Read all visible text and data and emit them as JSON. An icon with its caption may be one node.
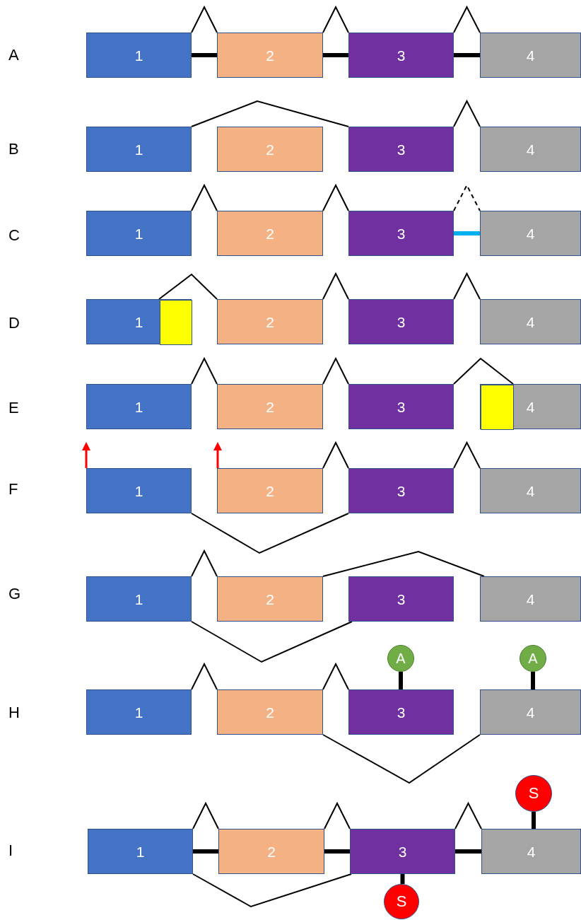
{
  "diagram": {
    "nodes": [
      {
        "text": [
          "1"
        ]
      },
      {
        "text": [
          "2"
        ]
      },
      {
        "text": [
          "3"
        ]
      },
      {
        "text": [
          "4"
        ]
      },
      {
        "text": [
          "1"
        ]
      },
      {
        "text": [
          "2"
        ]
      },
      {
        "text": [
          "3"
        ]
      },
      {
        "text": [
          "4"
        ]
      },
      {
        "text": [
          "1"
        ]
      },
      {
        "text": [
          "2"
        ]
      },
      {
        "text": [
          "3"
        ]
      },
      {
        "text": [
          "4"
        ]
      },
      {
        "text": [
          "1"
        ]
      },
      {
        "text": [],
        "shape": "box",
        "in": 12
      },
      {
        "text": [
          "2"
        ]
      },
      {
        "text": [
          "3"
        ]
      },
      {
        "text": [
          "4"
        ]
      },
      {
        "text": [
          "1"
        ]
      },
      {
        "text": [
          "2"
        ]
      },
      {
        "text": [
          "3"
        ]
      },
      {
        "text": [
          "4"
        ]
      },
      {
        "text": [],
        "shape": "box",
        "in": 20
      },
      {
        "text": [
          "1"
        ]
      },
      {
        "text": [
          "2"
        ]
      },
      {
        "text": [
          "3"
        ]
      },
      {
        "text": [
          "4"
        ]
      },
      {
        "text": [
          "1"
        ]
      },
      {
        "text": [
          "2"
        ]
      },
      {
        "text": [
          "3"
        ]
      },
      {
        "text": [
          "4"
        ]
      },
      {
        "text": [
          "A"
        ]
      },
      {
        "text": [
          "A"
        ]
      },
      {
        "text": [
          "1"
        ]
      },
      {
        "text": [
          "2"
        ]
      },
      {
        "text": [
          "3"
        ]
      },
      {
        "text": [
          "4"
        ]
      },
      {
        "text": [
          "S"
        ]
      },
      {
        "text": [
          "1"
        ]
      },
      {
        "text": [
          "2"
        ]
      },
      {
        "text": [
          "3"
        ]
      },
      {
        "text": [
          "4"
        ]
      },
      {
        "text": [
          "S"
        ]
      }
    ],
    "edges": [
      {
        "from": 0,
        "to": 1,
        "arrow": "none"
      },
      {
        "from": 1,
        "to": 2,
        "arrow": "none"
      },
      {
        "from": 2,
        "to": 3,
        "arrow": "none"
      },
      {
        "from": 0,
        "to": 1,
        "arrow": "none",
        "style": "thick"
      },
      {
        "from": 1,
        "to": 2,
        "arrow": "none",
        "style": "thick"
      },
      {
        "from": 2,
        "to": 3,
        "arrow": "none",
        "style": "thick"
      },
      {
        "from": 4,
        "to": 6,
        "arrow": "none"
      },
      {
        "from": 6,
        "to": 7,
        "arrow": "none"
      },
      {
        "from": 8,
        "to": 9,
        "arrow": "none"
      },
      {
        "from": 9,
        "to": 10,
        "arrow": "none"
      },
      {
        "from": 10,
        "to": 11,
        "arrow": "none",
        "style": "dashed"
      },
      {
        "from": 10,
        "to": 11,
        "arrow": "none",
        "style": "thick",
        "color": "#00b0f0"
      },
      {
        "from": 12,
        "to": 14,
        "arrow": "none"
      },
      {
        "from": 14,
        "to": 15,
        "arrow": "none"
      },
      {
        "from": 15,
        "to": 16,
        "arrow": "none"
      },
      {
        "from": 17,
        "to": 18,
        "arrow": "none"
      },
      {
        "from": 18,
        "to": 19,
        "arrow": "none"
      },
      {
        "from": 19,
        "to": 20,
        "arrow": "none"
      },
      {
        "from": 23,
        "to": 24,
        "arrow": "none"
      },
      {
        "from": 24,
        "to": 25,
        "arrow": "none"
      },
      {
        "from": 22,
        "to": 24,
        "arrow": "none"
      },
      {
        "from": 26,
        "to": 27,
        "arrow": "none"
      },
      {
        "from": 27,
        "to": 29,
        "arrow": "none"
      },
      {
        "from": 26,
        "to": 28,
        "arrow": "none"
      },
      {
        "from": 32,
        "to": 33,
        "arrow": "none"
      },
      {
        "from": 33,
        "to": 34,
        "arrow": "none"
      },
      {
        "from": 33,
        "to": 35,
        "arrow": "none"
      },
      {
        "from": 30,
        "to": 34,
        "arrow": "none",
        "style": "thick"
      },
      {
        "from": 31,
        "to": 35,
        "arrow": "none",
        "style": "thick"
      },
      {
        "from": 37,
        "to": 38,
        "arrow": "none"
      },
      {
        "from": 38,
        "to": 39,
        "arrow": "none"
      },
      {
        "from": 39,
        "to": 40,
        "arrow": "none"
      },
      {
        "from": 37,
        "to": 38,
        "arrow": "none",
        "style": "thick"
      },
      {
        "from": 38,
        "to": 39,
        "arrow": "none",
        "style": "thick"
      },
      {
        "from": 39,
        "to": 40,
        "arrow": "none",
        "style": "thick"
      },
      {
        "from": 37,
        "to": 39,
        "arrow": "none"
      },
      {
        "from": 36,
        "to": 40,
        "arrow": "none",
        "style": "thick"
      },
      {
        "from": 39,
        "to": 41,
        "arrow": "none",
        "style": "thick"
      }
    ],
    "labels": [
      "A",
      "B",
      "C",
      "D",
      "E",
      "F",
      "G",
      "H",
      "I"
    ]
  }
}
